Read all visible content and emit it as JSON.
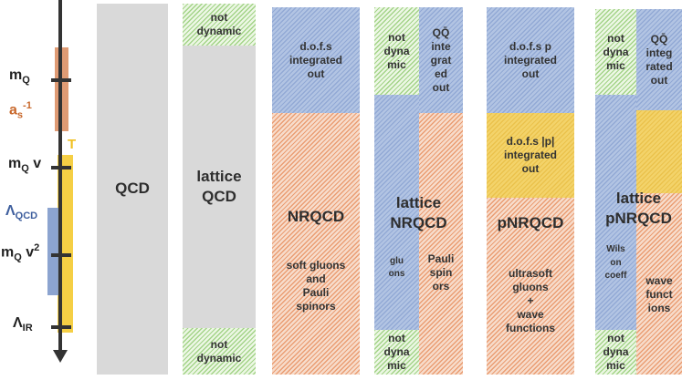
{
  "colors": {
    "hatch_green": "#ecf7e4",
    "hatch_orange": "#f7dccb",
    "hatch_blue": "#b2c4e3",
    "hatch_yellow": "#f3d36a",
    "gray": "#d9d9d9",
    "alpha_s_color": "#c8672a",
    "T_color": "#f0c020",
    "lambda_qcd_color": "#3f5f9e"
  },
  "scale": {
    "mQ": {
      "base": "m",
      "sub": "Q"
    },
    "alpha_s": {
      "base": "a",
      "sub": "s",
      "sup": "-1"
    },
    "T": "T",
    "mQv": {
      "base": "m",
      "sub": "Q",
      "rest": " v"
    },
    "lambda_qcd": {
      "base": "Λ",
      "sub": "QCD"
    },
    "mQv2": {
      "base": "m",
      "sub": "Q",
      "rest": " v",
      "sup": "2"
    },
    "lambda_ir": {
      "base": "Λ",
      "sub": "IR"
    }
  },
  "columns": {
    "qcd": {
      "label": "QCD"
    },
    "lattice_qcd": {
      "top": "not\ndynamic",
      "label": "lattice\nQCD",
      "bottom": "not\ndynamic"
    },
    "nrqcd": {
      "top": "d.o.f.s\nintegrated\nout",
      "label": "NRQCD",
      "desc": "soft gluons\nand\nPauli\nspinors"
    },
    "lattice_nrqcd": {
      "top_left": "not\ndyna\nmic",
      "top_right_line1": "QQ̄",
      "top_right_rest": "inte\ngrat\ned\nout",
      "label": "lattice\nNRQCD",
      "left_desc": "glu\nons",
      "right_desc": "Pauli\nspin\nors",
      "bottom": "not\ndyna\nmic"
    },
    "pnrqcd": {
      "top": "d.o.f.s p\nintegrated\nout",
      "middle": "d.o.f.s |p|\nintegrated\nout",
      "label": "pNRQCD",
      "desc": "ultrasoft\ngluons\n+\nwave\nfunctions"
    },
    "lattice_pnrqcd": {
      "top_left": "not\ndyna\nmic",
      "top_right_line1": "QQ̄",
      "top_right_rest": "integ\nrated\nout",
      "label": "lattice\npNRQCD",
      "left_desc": "Wils\non\ncoeff",
      "right_desc": "wave\nfunct\nions",
      "bottom": "not\ndyna\nmic"
    }
  }
}
